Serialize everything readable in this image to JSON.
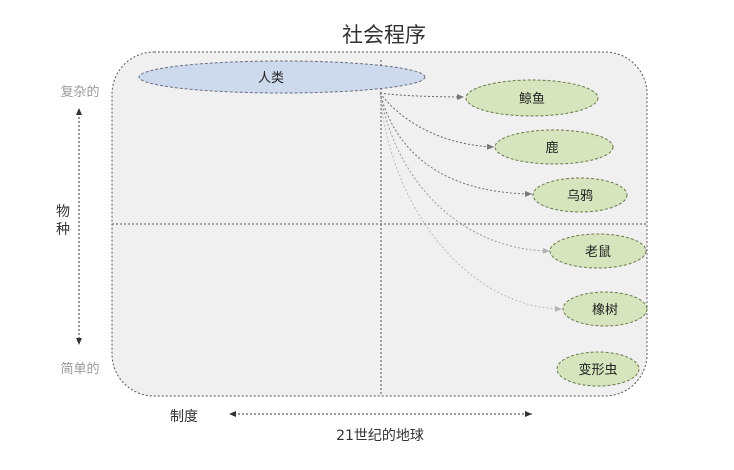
{
  "title": "社会程序",
  "y_axis": {
    "top_label": "复杂的",
    "middle_label_line1": "物",
    "middle_label_line2": "种",
    "bottom_label": "简单的"
  },
  "x_axis": {
    "left_label": "制度",
    "bottom_label": "21世纪的地球"
  },
  "source_node": {
    "label": "人类",
    "color": "#cdd9ec"
  },
  "target_nodes": [
    {
      "label": "鲸鱼"
    },
    {
      "label": "鹿"
    },
    {
      "label": "乌鸦"
    },
    {
      "label": "老鼠"
    },
    {
      "label": "橡树"
    },
    {
      "label": "变形虫"
    }
  ],
  "colors": {
    "panel_fill": "#f0f0f0",
    "target_fill": "#d6e5bd",
    "target_stroke": "#6a7a4a",
    "source_stroke": "#6a6f80"
  }
}
